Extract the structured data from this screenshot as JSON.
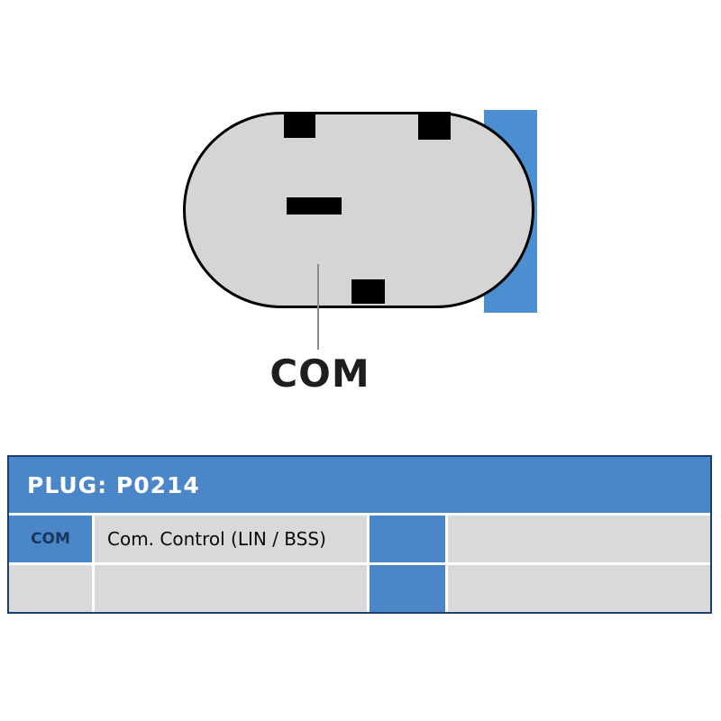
{
  "diagram": {
    "label": "COM",
    "colors": {
      "mount_block_blue": "#4b8ed2",
      "body_fill": "#d5d5d5",
      "outline": "#000000"
    }
  },
  "table": {
    "header": "PLUG: P0214",
    "rows": [
      {
        "pin": "COM",
        "description": "Com. Control (LIN / BSS)",
        "col3": "",
        "col4": ""
      },
      {
        "pin": "",
        "description": "",
        "col3": "",
        "col4": ""
      }
    ],
    "colors": {
      "header_bg": "#4a86c8",
      "cell_blue": "#4a86c8",
      "cell_gray": "#d9d9d9",
      "border": "#1b3f6e",
      "header_text": "#ffffff",
      "pin_text": "#17375d"
    }
  }
}
